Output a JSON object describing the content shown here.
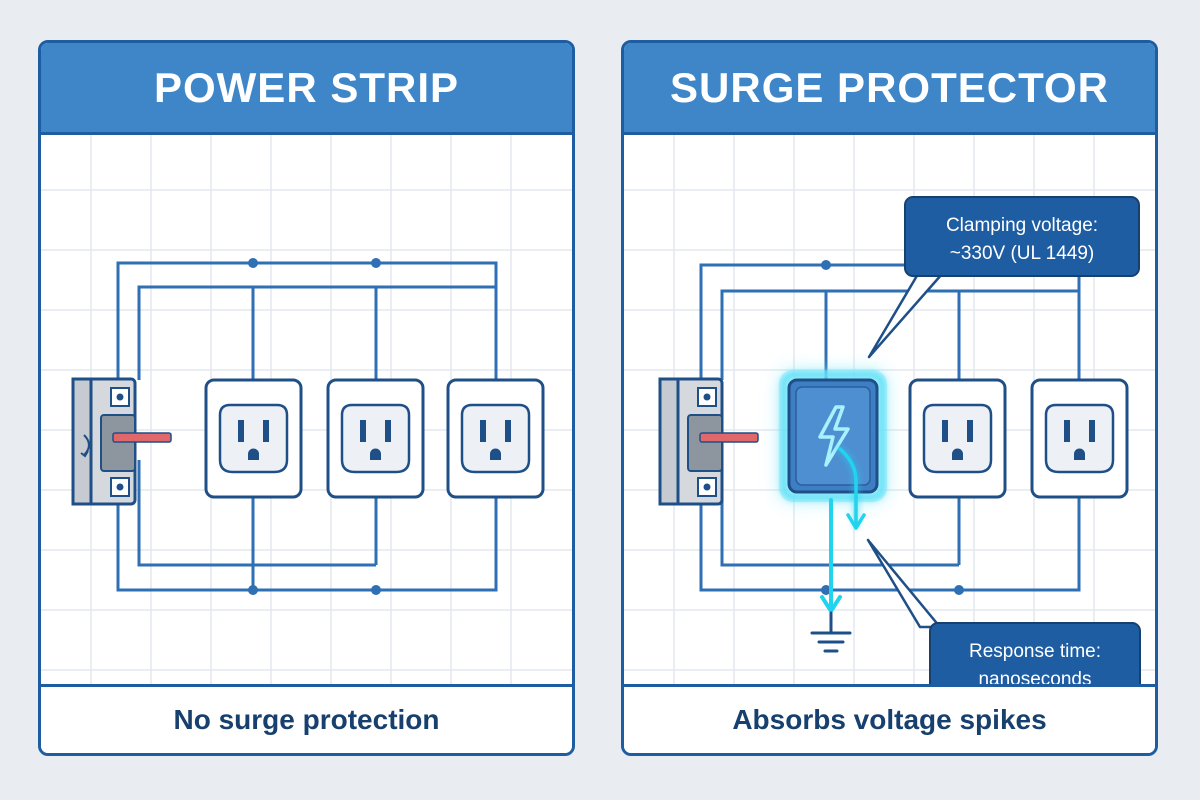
{
  "left_panel": {
    "title": "POWER STRIP",
    "footer": "No surge protection"
  },
  "right_panel": {
    "title": "SURGE PROTECTOR",
    "footer": "Absorbs voltage spikes",
    "callout_clamping": {
      "line1": "Clamping voltage:",
      "line2": "~330V (UL 1449)"
    },
    "callout_response": {
      "line1": "Response time:",
      "line2": "nanoseconds"
    }
  },
  "icons": [
    "switch-icon",
    "outlet-icon",
    "lightning-bolt-icon",
    "ground-symbol-icon"
  ],
  "colors": {
    "frame": "#1f5da3",
    "header": "#3f86c9",
    "wire": "#2f6fb4",
    "switch_indicator": "#e0676a",
    "surge_glow": "#22d3ee",
    "callout_bg": "#1f5da3"
  }
}
